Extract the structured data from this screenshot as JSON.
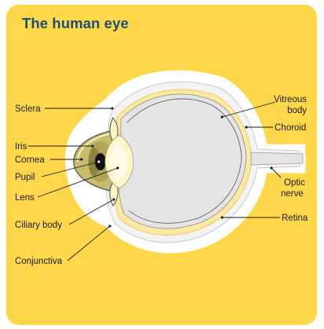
{
  "title": "The human eye",
  "labels": {
    "sclera": "Sclera",
    "iris": "Iris",
    "cornea": "Cornea",
    "pupil": "Pupil",
    "lens": "Lens",
    "ciliary_body": "Ciliary body",
    "conjunctiva": "Conjunctiva",
    "vitreous_line1": "Vitreous",
    "vitreous_line2": "body",
    "choroid": "Choroid",
    "optic_line1": "Optic",
    "optic_line2": "nerve",
    "retina": "Retina"
  },
  "colors": {
    "background": "#fed84a",
    "title": "#1c4f72",
    "outline": "#ffffff",
    "vitreous": "#e4e4e4",
    "sclera_band": "#f3f3f3",
    "choroid_band": "#fee9a0",
    "iris": "#b0a552",
    "pupil": "#111111",
    "lens": "#fff6c6"
  }
}
